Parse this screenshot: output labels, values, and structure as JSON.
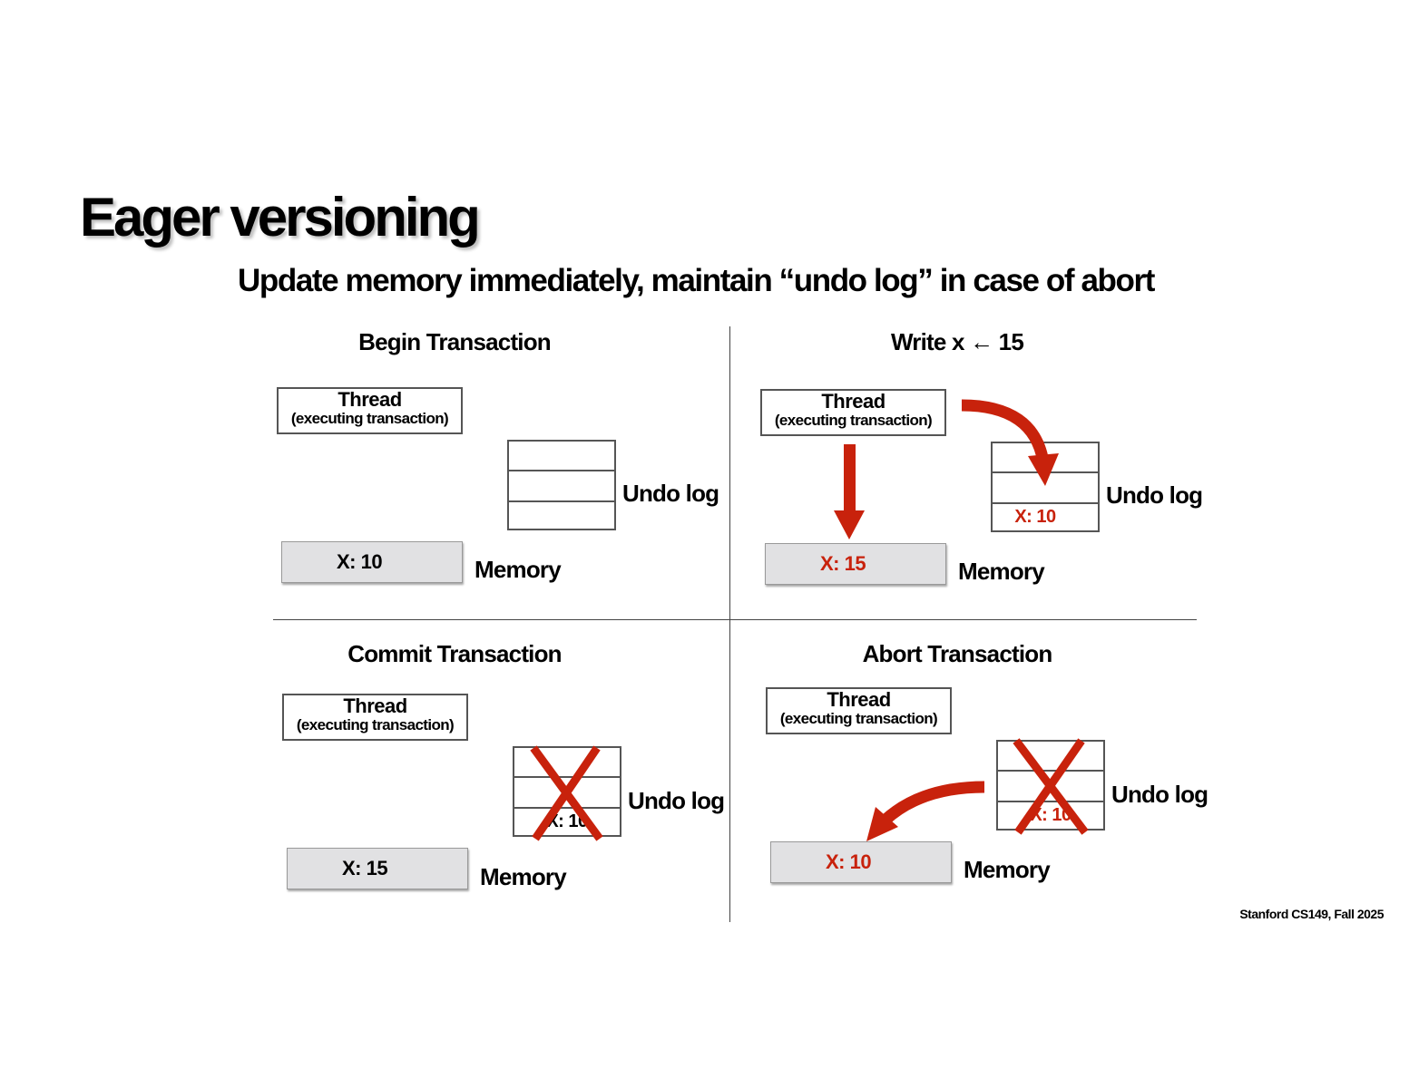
{
  "title": "Eager versioning",
  "subtitle": "Update memory immediately, maintain “undo log” in case of abort",
  "quadrants": [
    {
      "heading": "Begin Transaction",
      "thread": {
        "title": "Thread",
        "sub": "(executing transaction)"
      },
      "undo_log": {
        "label": "Undo log",
        "entry": ""
      },
      "memory": {
        "label": "Memory",
        "value": "X: 10"
      }
    },
    {
      "heading": "Write  x ← 15",
      "thread": {
        "title": "Thread",
        "sub": "(executing transaction)"
      },
      "undo_log": {
        "label": "Undo log",
        "entry": "X: 10"
      },
      "memory": {
        "label": "Memory",
        "value": "X: 15"
      }
    },
    {
      "heading": "Commit Transaction",
      "thread": {
        "title": "Thread",
        "sub": "(executing transaction)"
      },
      "undo_log": {
        "label": "Undo log",
        "entry": "X: 10"
      },
      "memory": {
        "label": "Memory",
        "value": "X: 15"
      }
    },
    {
      "heading": "Abort Transaction",
      "thread": {
        "title": "Thread",
        "sub": "(executing transaction)"
      },
      "undo_log": {
        "label": "Undo log",
        "entry": "X: 10"
      },
      "memory": {
        "label": "Memory",
        "value": "X: 10"
      }
    }
  ],
  "footer": "Stanford CS149, Fall 2025",
  "colors": {
    "accent_red": "#c8220c",
    "memory_fill": "#e1e1e3"
  }
}
